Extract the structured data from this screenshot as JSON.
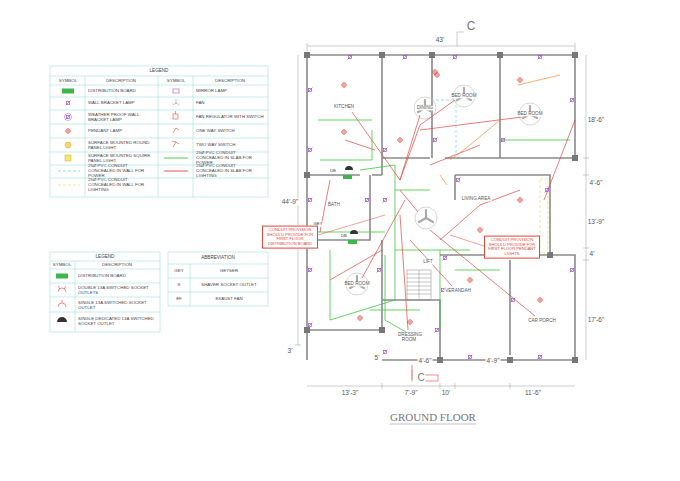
{
  "diagram": {
    "title": "GROUND FLOOR",
    "nodes": [
      {
        "text": [
          "KITCHEN"
        ]
      },
      {
        "text": [
          "DINING"
        ]
      },
      {
        "text": [
          "BED ROOM"
        ]
      },
      {
        "text": [
          "BED ROOM"
        ]
      },
      {
        "text": [
          "BATH"
        ]
      },
      {
        "text": [
          "CONDUIT PROVISION SHOULD PROVIDE FOR FIRST FLOOR DISTRIBUTION BOARD"
        ]
      },
      {
        "text": [
          "LIVING AREA"
        ]
      },
      {
        "text": [
          "CONDUIT PROVISION SHOULD PROVIDE FOR FIRST FLOOR PENDANT LIGHTS"
        ]
      },
      {
        "text": [
          "BED ROOM"
        ]
      },
      {
        "text": [
          "VERANDAH"
        ]
      },
      {
        "text": [
          "DRESSING ROOM"
        ]
      },
      {
        "text": [
          "CAR PORCH"
        ]
      }
    ],
    "labels": [
      "LEGEND",
      "SYMBOL",
      "DESCRIPTION",
      "SYMBOL",
      "DESCRIPTION",
      "LEGEND",
      "SYMBOL",
      "DESCRIPTION",
      "ABBREVIATION",
      "GEY",
      "GEYSER",
      "S",
      "SHAVER SOCKET OUTLET",
      "EF",
      "EXAUST FAN",
      "43'",
      "C",
      "C",
      "18'-6\"",
      "4'-6\"",
      "13'-9\"",
      "4'",
      "17'-6\"",
      "44'-9\"",
      "3'",
      "13'-3\"",
      "7'-9\"",
      "10'",
      "11'-6\"",
      "4'-6\"",
      "4'-9\"",
      "5'",
      "LIFT",
      "DB",
      "DB",
      "GEY"
    ],
    "legend": [
      {
        "text": "DISTRIBUTION BOARD",
        "color": "#3cb64a"
      },
      {
        "text": "WALL BRACKET LAMP"
      },
      {
        "text": "WEATHER PROOF WALL BRACKET LAMP"
      },
      {
        "text": "PENDANT LAMP"
      },
      {
        "text": "SURFACE MOUNTED ROUND PANEL LIGHT"
      },
      {
        "text": "SURFACE MOUNTED SQUIRE PANEL LIGHT"
      },
      {
        "text": "25Ø PVC CONDUIT CONCEALED IN WALL FOR POWER"
      },
      {
        "text": "25Ø PVC CONDUIT CONCEALED IN WALL FOR LIGHTING"
      },
      {
        "text": "MIRROR LAMP"
      },
      {
        "text": "FAN"
      },
      {
        "text": "FAN REGULATOR WITH SWITCH"
      },
      {
        "text": "ONE WAY SWITCH"
      },
      {
        "text": "TWO WAY SWITCH"
      },
      {
        "text": "25Ø PVC CONDUIT CONCEALED IN SLAB FOR POWER"
      },
      {
        "text": "25Ø PVC CONDUIT CONCEALED IN SLAB FOR LIGHTING"
      },
      {
        "text": "DISTRIBUTION BOARD",
        "color": "#3cb64a"
      },
      {
        "text": "DOUBLE 13A SWITCHED SOCKET OUTLETS"
      },
      {
        "text": "SINGLE 13A SWITCHED SOCKET OUTLET"
      },
      {
        "text": "SINGLE DEDICATED 13A SWITCHED SOCKET OUTLET"
      }
    ]
  }
}
